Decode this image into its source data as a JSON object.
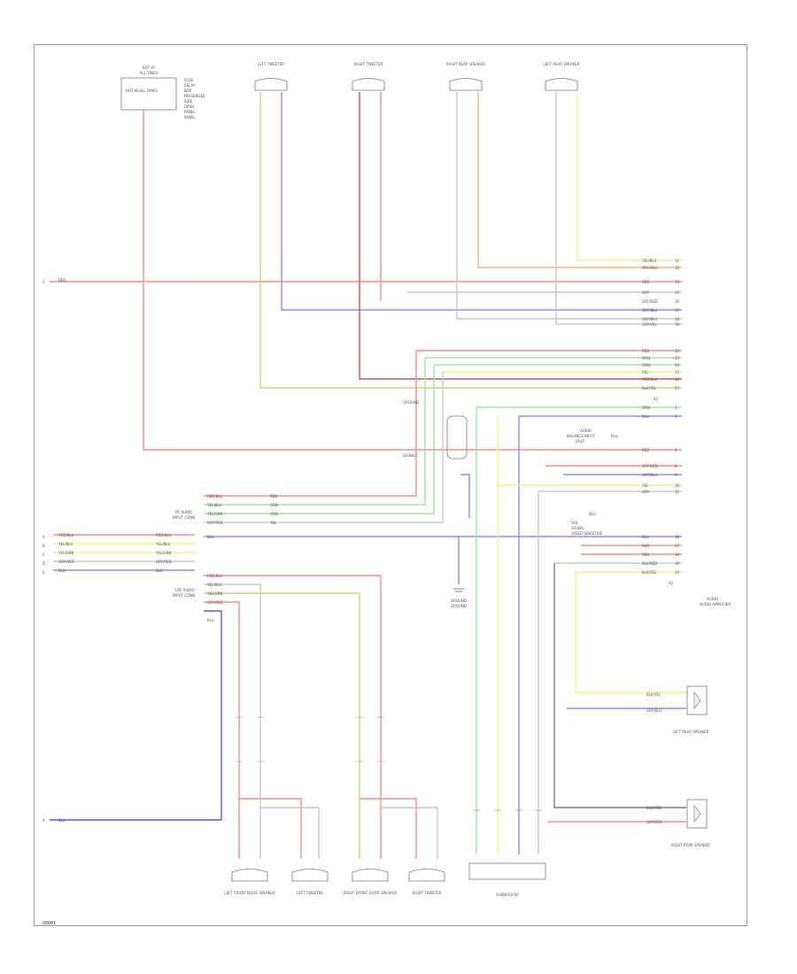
{
  "colors": {
    "red": "#ff8a8a",
    "blue": "#8a8aff",
    "yellow": "#f4f47a",
    "green": "#9be89b",
    "orange": "#ffb06a",
    "gray": "#c8c8c8",
    "black": "#7a7a7a",
    "dark_red": "#d05050",
    "olive": "#c8d66a"
  },
  "top_components": [
    {
      "label": "LEFT TWEETER"
    },
    {
      "label": "RIGHT TWEETER"
    },
    {
      "label": "RIGHT REAR SPEAKER"
    },
    {
      "label": "LEFT REAR SPEAKER"
    }
  ],
  "bottom_components": [
    {
      "label": "LEFT FRONT DOOR SPEAKER"
    },
    {
      "label": "LEFT TWEETER"
    },
    {
      "label": "RIGHT FRONT DOOR SPEAKER"
    },
    {
      "label": "RIGHT TWEETER"
    },
    {
      "label": "SUBWOOFER"
    }
  ],
  "right_components": [
    {
      "label": "LEFT REAR SPEAKER"
    },
    {
      "label": "RIGHT REAR SPEAKER"
    }
  ],
  "fuse_label": "HOT IN ALL TIMES",
  "amplifier_label": "AUDIO AMPLIFIER",
  "ground_label": "GROUND",
  "left_connector_labels": [
    "RED/BLU",
    "YEL/BLU",
    "YEL/GRN",
    "GRY/RED",
    "BLU"
  ],
  "figure_code": "Q0001"
}
